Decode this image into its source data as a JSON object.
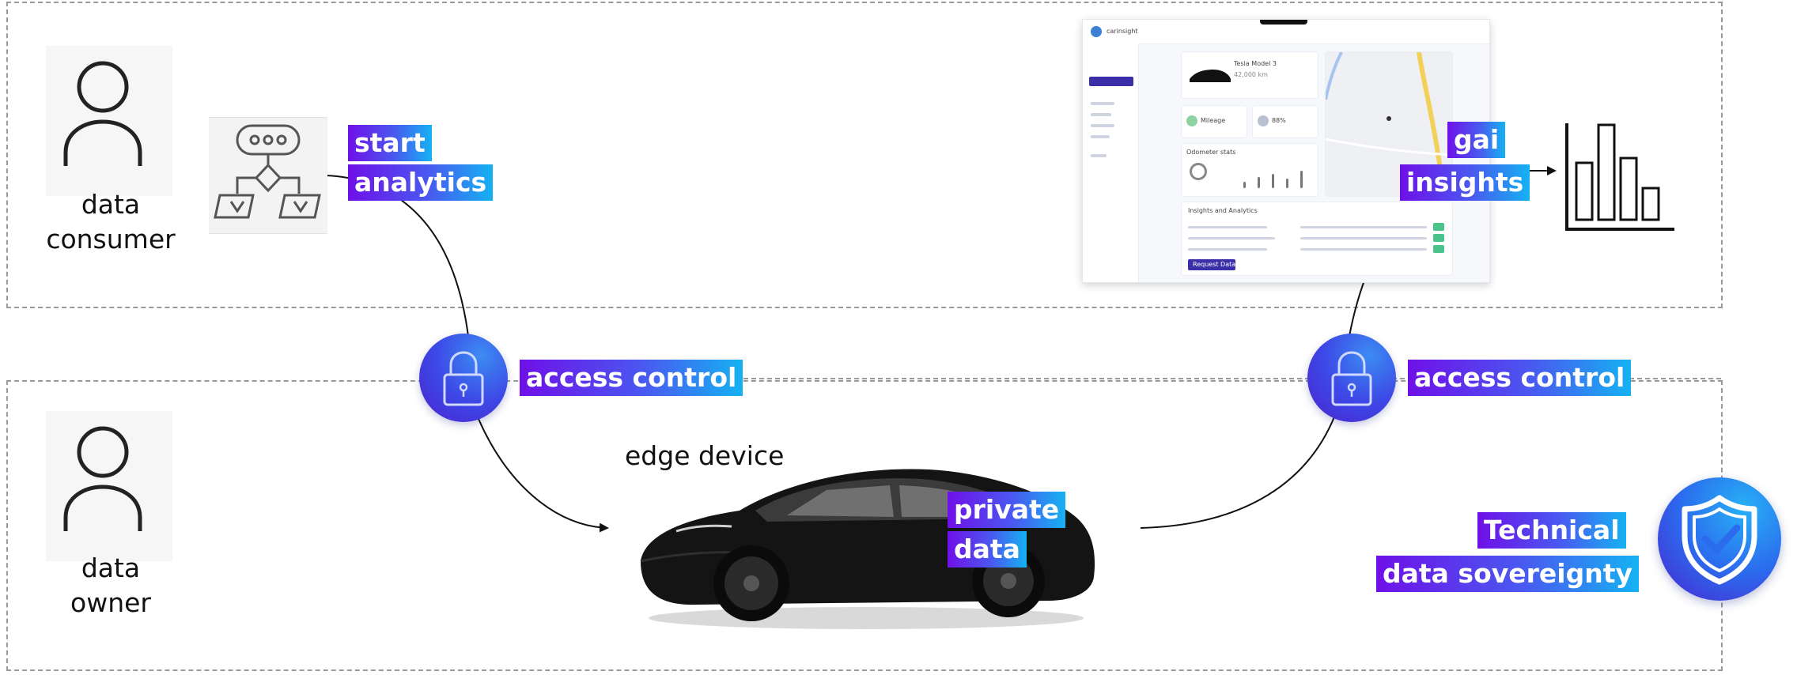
{
  "zones": {
    "consumer_label": "data\nconsumer",
    "owner_label": "data\nowner"
  },
  "labels": {
    "start_analytics": [
      "start",
      "analytics"
    ],
    "gai_insights": [
      "gai",
      "insights"
    ],
    "access_control_left": "access control",
    "access_control_right": "access control",
    "edge_device": "edge device",
    "private_data": [
      "private",
      "data"
    ],
    "technical_data_sovereignty": [
      "Technical",
      "data sovereignty"
    ]
  },
  "dashboard": {
    "app_name": "carinsight",
    "vehicle_name": "Tesla Model 3",
    "vehicle_sub": "42,000 km",
    "stat1": "Mileage",
    "stat2": "88%",
    "chart_title": "Odometer stats",
    "table_title": "Insights and Analytics",
    "button_label": "Request Data"
  },
  "icons": {
    "person": "person-outline-icon",
    "flowchart": "flowchart-icon",
    "lock": "padlock-icon",
    "shield": "shield-check-icon",
    "bar_chart": "bar-chart-icon",
    "car": "car-illustration"
  },
  "colors": {
    "tag_gradient_start": "#6f10e8",
    "tag_gradient_end": "#15b2f2",
    "dashed_border": "#9a9a9a"
  }
}
